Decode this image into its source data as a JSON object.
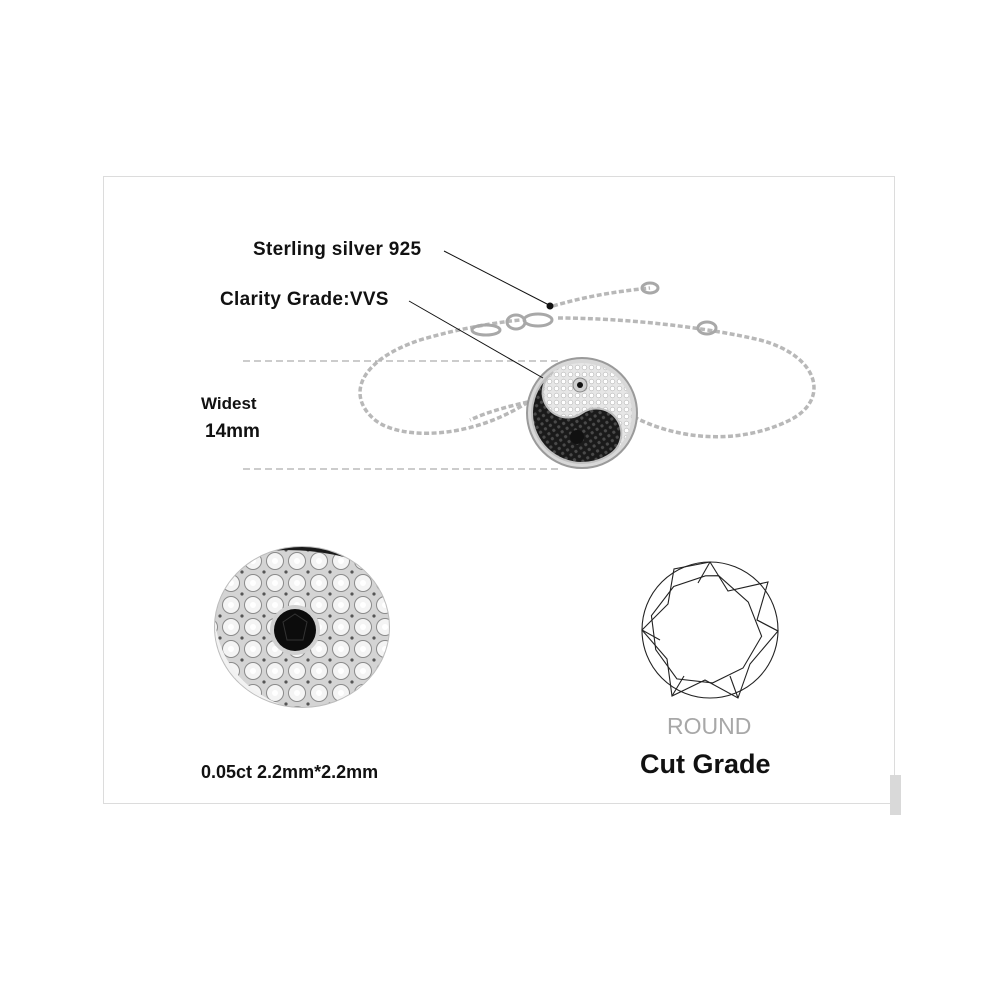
{
  "product": {
    "type": "yin-yang chain bracelet",
    "material_label": "Sterling silver 925",
    "clarity_label": "Clarity Grade:VVS",
    "width": {
      "title": "Widest",
      "value": "14mm"
    }
  },
  "stone_detail": {
    "spec": "0.05ct 2.2mm*2.2mm"
  },
  "cut": {
    "shape": "ROUND",
    "title": "Cut Grade"
  },
  "colors": {
    "text": "#111111",
    "muted_text": "#a8a8a8",
    "frame_border": "#dcdcdc",
    "dashed_line": "#9a9a9a",
    "silver": "#c8c8c8",
    "black_stone": "#151515"
  }
}
